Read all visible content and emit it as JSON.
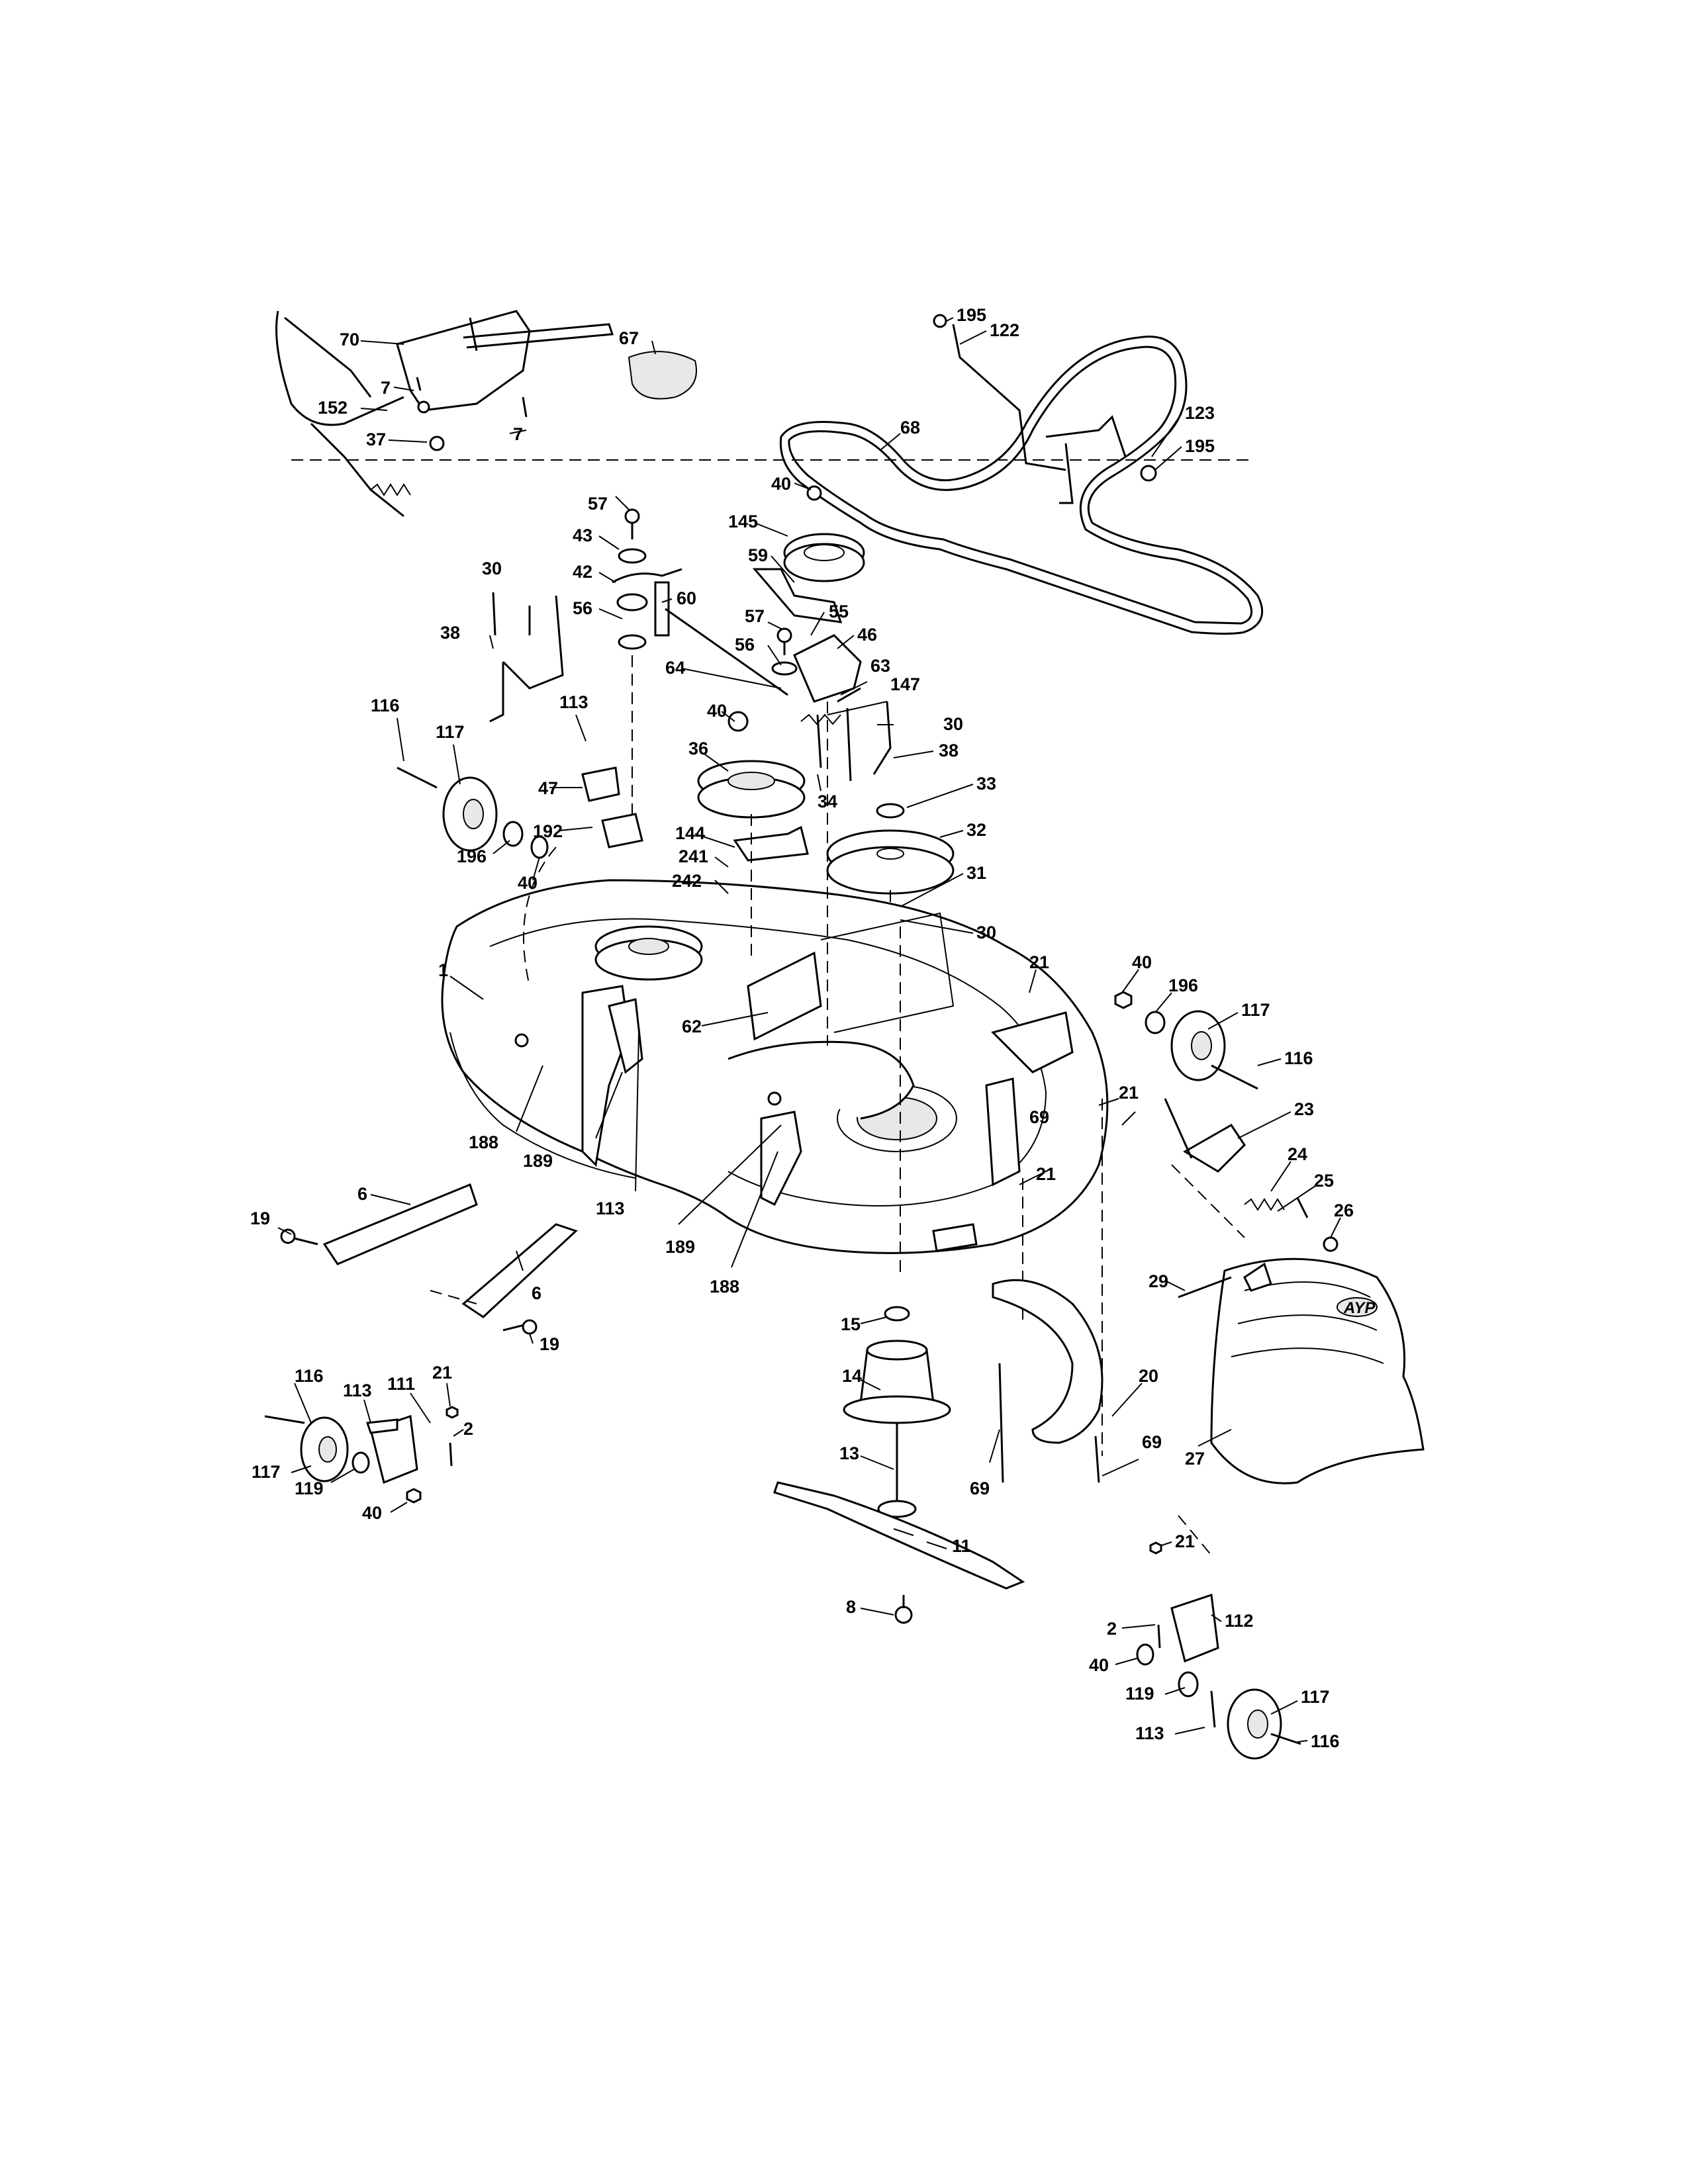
{
  "labels": {
    "l70": "70",
    "l67": "67",
    "l7a": "7",
    "l7b": "7",
    "l152": "152",
    "l37": "37",
    "l195a": "195",
    "l122": "122",
    "l68": "68",
    "l123": "123",
    "l195b": "195",
    "l57a": "57",
    "l40a": "40",
    "l145": "145",
    "l43": "43",
    "l42": "42",
    "l59": "59",
    "l56a": "56",
    "l60": "60",
    "l30a": "30",
    "l55": "55",
    "l57b": "57",
    "l38a": "38",
    "l56b": "56",
    "l46": "46",
    "l64": "64",
    "l63": "63",
    "l147": "147",
    "l116a": "116",
    "l117a": "117",
    "l113a": "113",
    "l40b": "40",
    "l30b": "30",
    "l36": "36",
    "l38b": "38",
    "l47": "47",
    "l34": "34",
    "l33": "33",
    "l192": "192",
    "l144": "144",
    "l32": "32",
    "l196a": "196",
    "l241": "241",
    "l40c": "40",
    "l242": "242",
    "l31": "31",
    "l30c": "30",
    "l1": "1",
    "l21a": "21",
    "l40d": "40",
    "l196b": "196",
    "l117b": "117",
    "l62": "62",
    "l116b": "116",
    "l21b": "21",
    "l69a": "69",
    "l23": "23",
    "l188a": "188",
    "l189a": "189",
    "l113b": "113",
    "l21c": "21",
    "l24": "24",
    "l25": "25",
    "l6a": "6",
    "l19a": "19",
    "l189b": "189",
    "l26": "26",
    "l188b": "188",
    "l6b": "6",
    "l29": "29",
    "l19b": "19",
    "l15": "15",
    "l116c": "116",
    "l113c": "113",
    "l111": "111",
    "l21d": "21",
    "l2a": "2",
    "l14": "14",
    "l20": "20",
    "l117c": "117",
    "l119a": "119",
    "l13": "13",
    "l69b": "69",
    "l69c": "69",
    "l27": "27",
    "l40e": "40",
    "l11": "11",
    "l21e": "21",
    "l8": "8",
    "l2b": "2",
    "l112": "112",
    "l40f": "40",
    "l119b": "119",
    "l117d": "117",
    "l113d": "113",
    "l116d": "116"
  },
  "logo_text": "AYP"
}
